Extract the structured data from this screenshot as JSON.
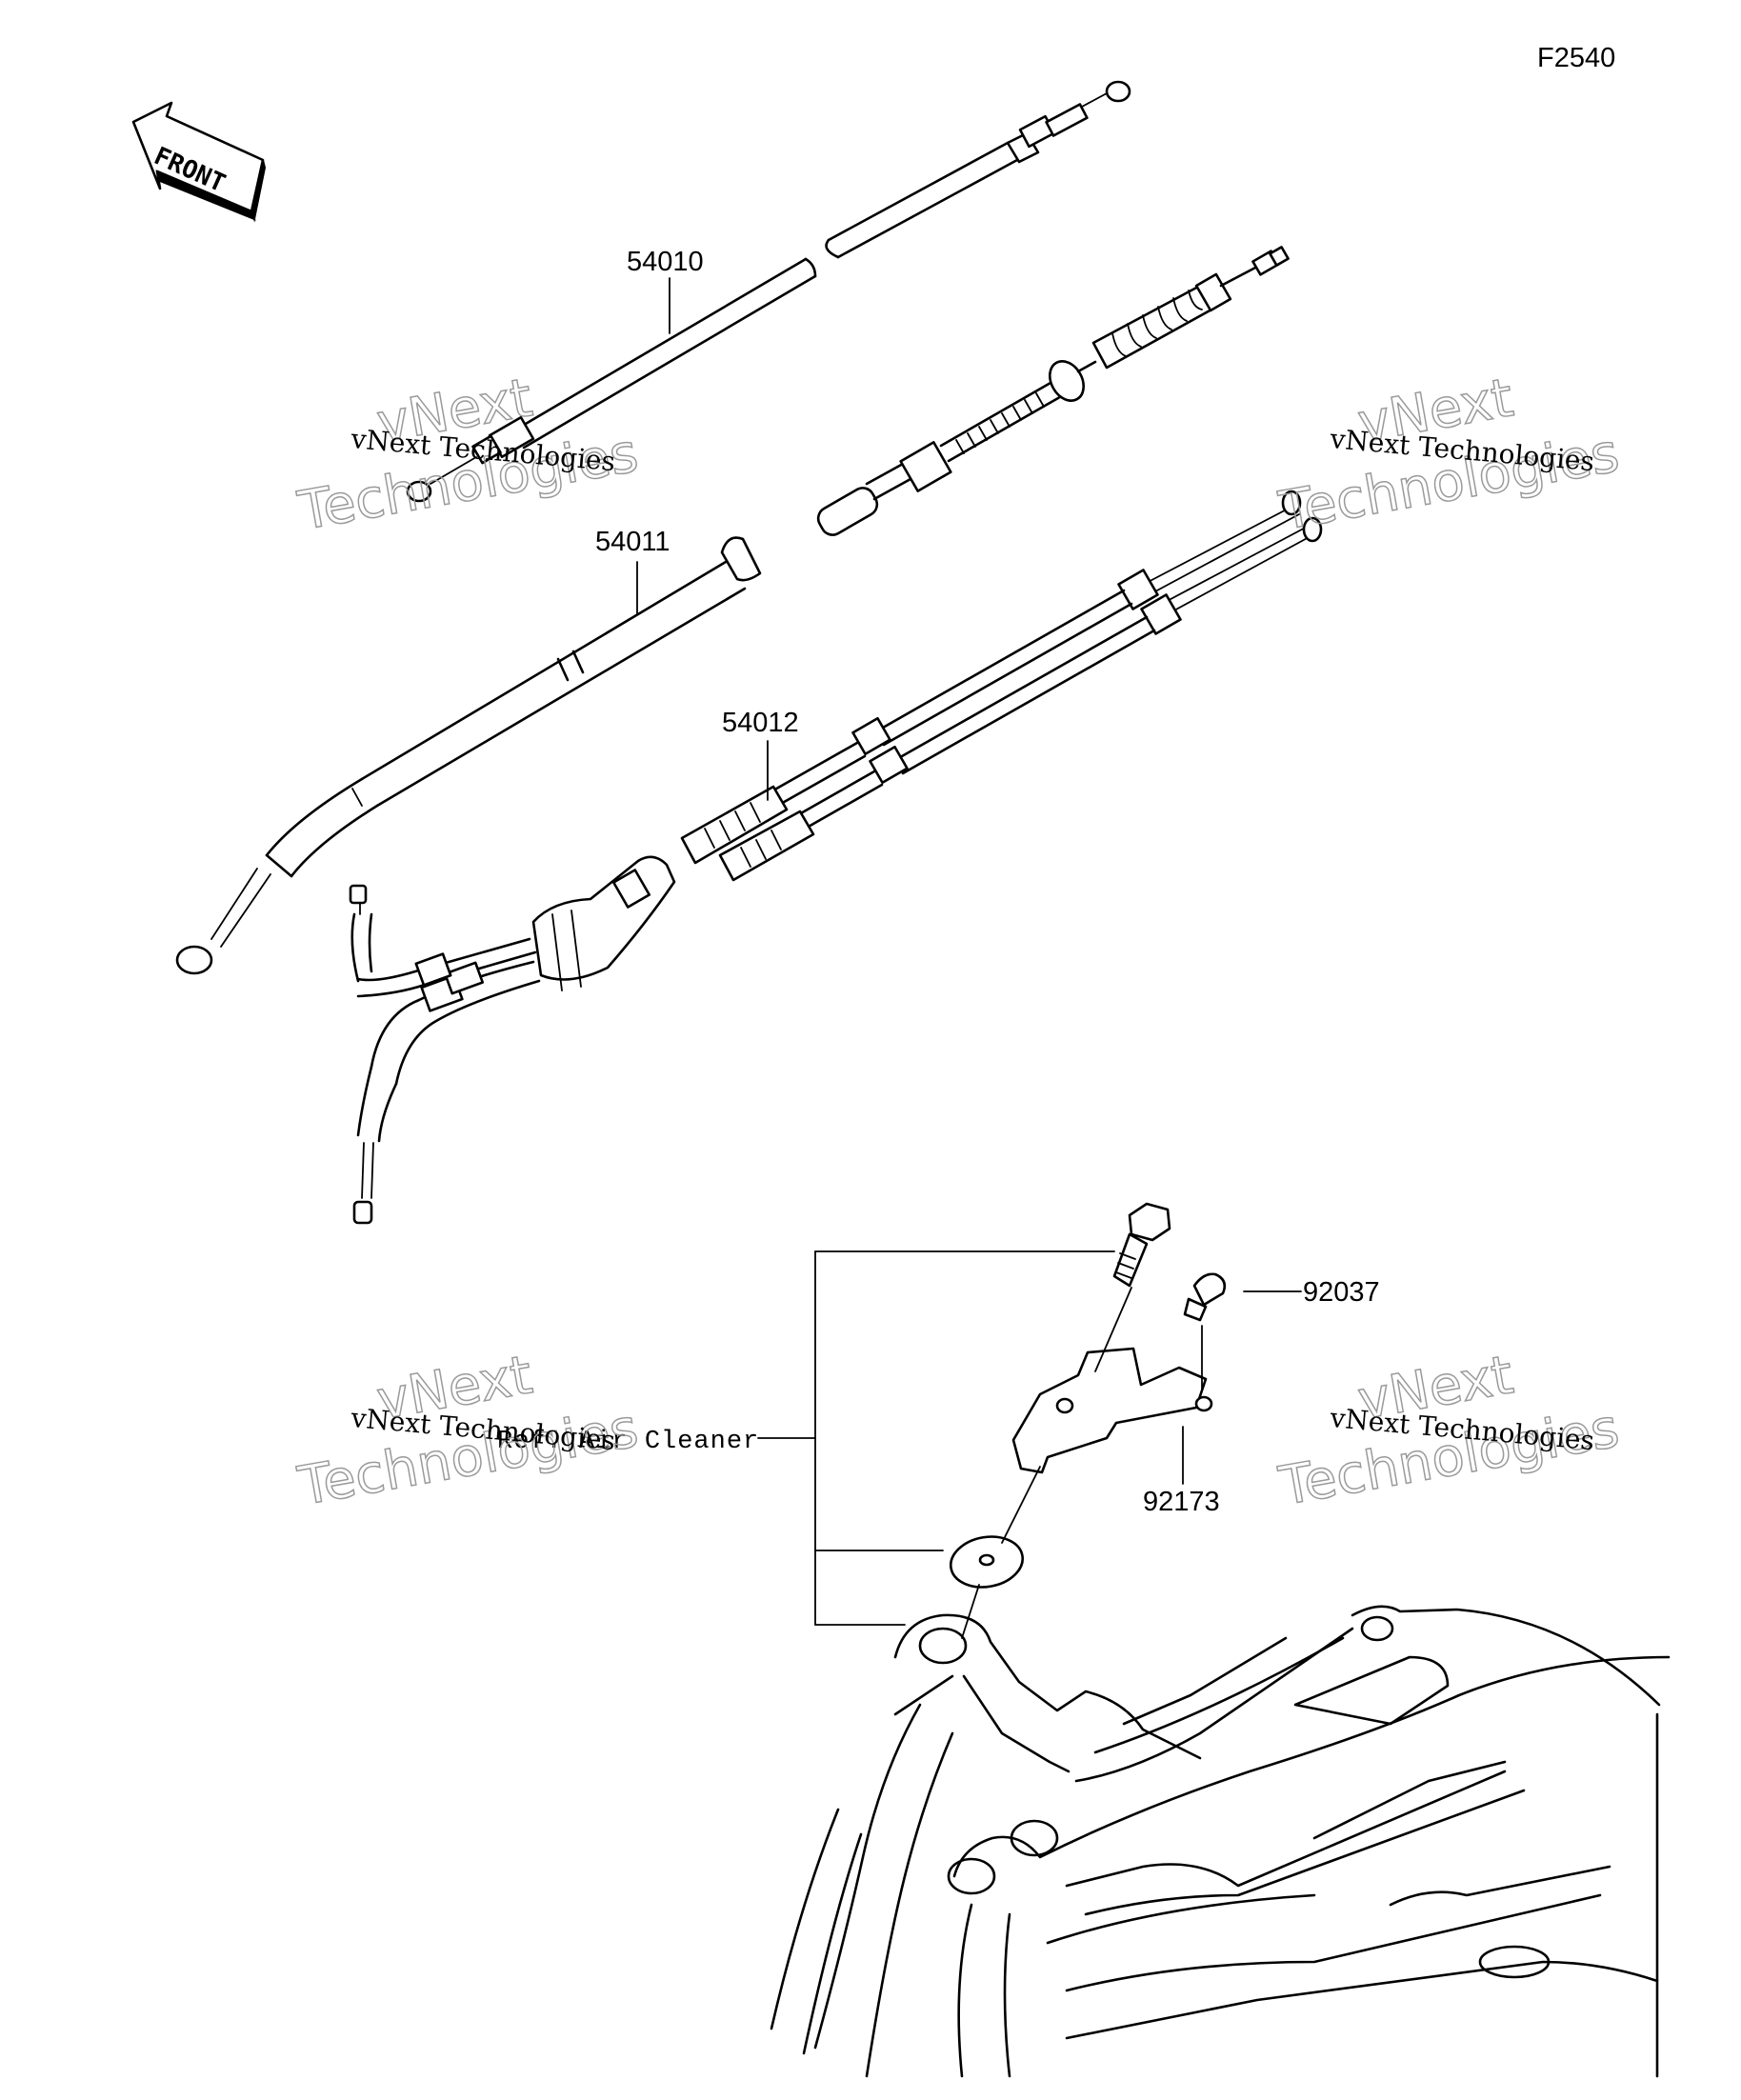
{
  "figure_code": "F2540",
  "front_arrow_text": "FRONT",
  "parts": {
    "p54010": "54010",
    "p54011": "54011",
    "p54012": "54012",
    "p92037": "92037",
    "p92173": "92173"
  },
  "reference_label": "Ref. Air Cleaner",
  "watermark": {
    "line1": "vNext",
    "line2": "Technologies",
    "caption": "vNext Technologies"
  }
}
